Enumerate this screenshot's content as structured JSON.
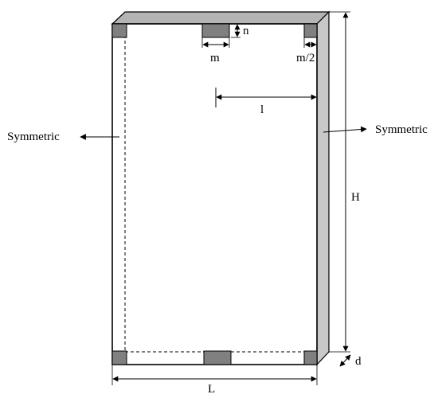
{
  "labels": {
    "symmetric_left": "Symmetric",
    "symmetric_right": "Symmetric",
    "n": "n",
    "m": "m",
    "m_half": "m/2",
    "l": "l",
    "H": "H",
    "L": "L",
    "d": "d"
  },
  "colors": {
    "stroke": "#000000",
    "block_fill": "#808080",
    "side_face": "#c8c8c8",
    "top_face": "#b4b4b4"
  }
}
